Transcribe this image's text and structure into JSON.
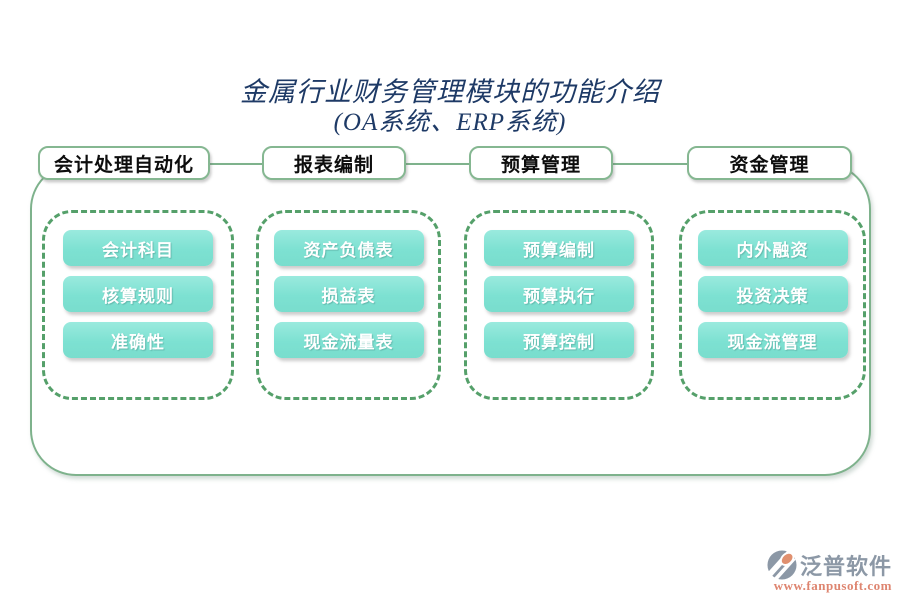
{
  "title": {
    "line1": "金属行业财务管理模块的功能介绍",
    "line2": "(OA系统、ERP系统)"
  },
  "sections": [
    {
      "header": "会计处理自动化",
      "items": [
        "会计科目",
        "核算规则",
        "准确性"
      ]
    },
    {
      "header": "报表编制",
      "items": [
        "资产负债表",
        "损益表",
        "现金流量表"
      ]
    },
    {
      "header": "预算管理",
      "items": [
        "预算编制",
        "预算执行",
        "预算控制"
      ]
    },
    {
      "header": "资金管理",
      "items": [
        "内外融资",
        "投资决策",
        "现金流管理"
      ]
    }
  ],
  "branding": {
    "name": "泛普软件",
    "url": "www.fanpusoft.com"
  },
  "colors": {
    "title_navy": "#1E3A66",
    "container_border_green": "#7EB28C",
    "tab_border_green": "#85B791",
    "dashed_border_green": "#55A06A",
    "button_teal": "#7DE1D2",
    "button_text": "#FFFFFF",
    "brand_gray": "#8C98A6",
    "brand_salmon": "#DE8570"
  }
}
